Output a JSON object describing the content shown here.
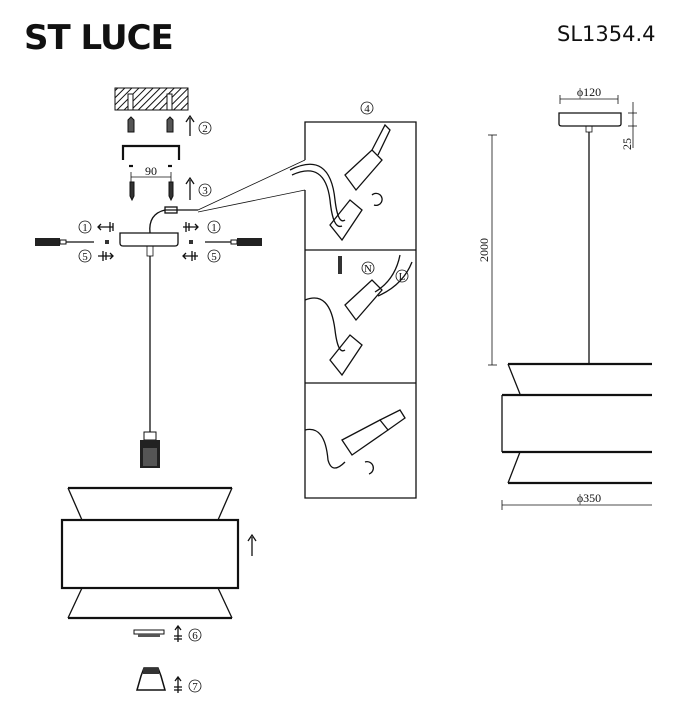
{
  "brand": {
    "logo": "ST LUCE"
  },
  "model": "SL1354.4",
  "steps": {
    "s1": "1",
    "s2": "2",
    "s3": "3",
    "s4": "4",
    "s5": "5",
    "s6": "6",
    "s7": "7"
  },
  "wiring_labels": {
    "neutral": "N",
    "live": "L"
  },
  "dimensions": {
    "mount_spacing": "90",
    "canopy_diameter": "ϕ120",
    "canopy_height": "25",
    "suspension_length": "2000",
    "shade_diameter": "ϕ350"
  }
}
